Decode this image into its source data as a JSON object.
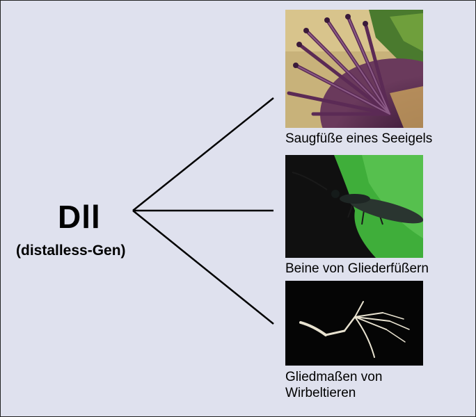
{
  "gene": {
    "symbol": "Dll",
    "name": "(distalless-Gen)"
  },
  "examples": [
    {
      "caption": "Saugfüße eines Seeigels",
      "image": "sea-urchin-tube-feet-photo"
    },
    {
      "caption": "Beine von Gliederfüßern",
      "image": "arthropod-legs-photo"
    },
    {
      "caption_line1": "Gliedmaßen von",
      "caption_line2": "Wirbeltieren",
      "image": "vertebrate-limb-skeleton-photo"
    }
  ],
  "colors": {
    "background": "#dfe1ee",
    "lines": "#000000"
  }
}
